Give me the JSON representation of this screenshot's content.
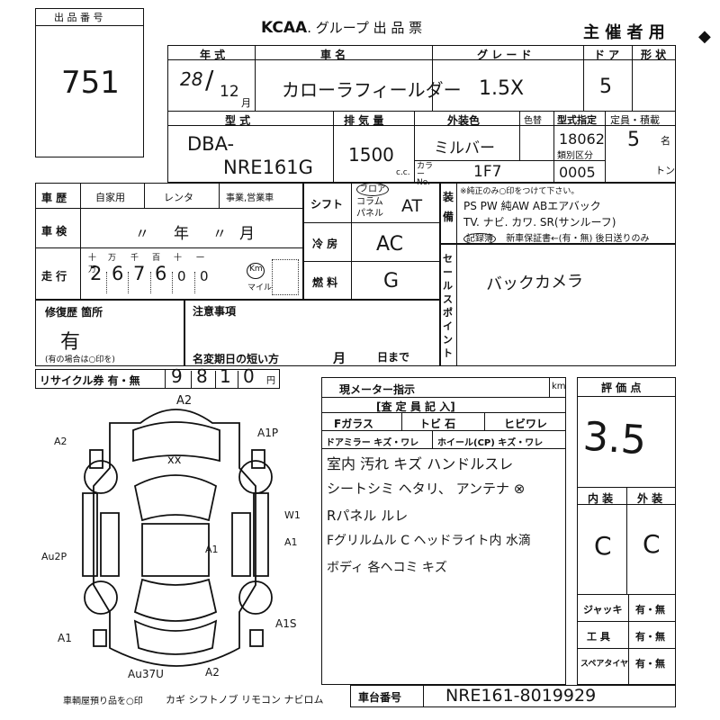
{
  "header": {
    "lot_label": "出 品 番 号",
    "lot_number": "751",
    "brand": "KCAA",
    "title_suffix": ". グループ 出 品 票",
    "usage": "主 催 者 用"
  },
  "vehicle": {
    "year_label": "年 式",
    "year_value": "28",
    "month_value": "12",
    "month_suffix": "月",
    "name_label": "車 名",
    "name_value": "カローラフィールダー",
    "grade_label": "グ レ ー ド",
    "grade_value": "1.5X",
    "doors_label": "ド ア",
    "doors_value": "5",
    "shape_label": "形 状",
    "model_label": "型 式",
    "model_value_1": "DBA-",
    "model_value_2": "NRE161G",
    "displacement_label": "排 気 量",
    "displacement_value": "1500",
    "displacement_unit": "c.c.",
    "color_label": "外装色",
    "color_change_label": "色替",
    "color_value": "ミルバー",
    "color_no_label": "カラー No.",
    "color_no_value": "1F7",
    "type_spec_label": "型式指定",
    "type_spec_value": "18062",
    "class_label": "類別区分",
    "class_value": "0005",
    "capacity_label": "定員・積載",
    "capacity_value": "5",
    "capacity_unit": "名",
    "load_unit": "トン"
  },
  "history": {
    "label": "車 歴",
    "options": [
      "自家用",
      "レンタ",
      "事業,営業車"
    ],
    "inspection_label": "車 検",
    "inspection_year": "年",
    "inspection_month": "月",
    "mileage_label": "走 行",
    "digit_headers": [
      "十万",
      "万",
      "千",
      "百",
      "十",
      "一"
    ],
    "mileage_digits": [
      "2",
      "6",
      "7",
      "6",
      "0",
      "0"
    ],
    "km_label": "Km",
    "mile_label": "マイル"
  },
  "shift": {
    "label": "シフト",
    "options": [
      "フロア",
      "コラム",
      "パネル"
    ],
    "value": "AT",
    "ac_label": "冷 房",
    "ac_value": "AC",
    "fuel_label": "燃 料",
    "fuel_value": "G"
  },
  "equipment": {
    "label": "装 備",
    "note": "※純正のみ○印をつけて下さい。",
    "line1": "PS PW 純AW ABエアバック",
    "line2": "TV. ナビ. カワ. SR(サンルーフ)",
    "line3_a": "記録簿",
    "line3_b": "新車保証書←(有・無) 後日送りのみ"
  },
  "selling_points": {
    "label": "セールスポイント",
    "value": "バックカメラ"
  },
  "repair": {
    "label": "修復歴 箇所",
    "value": "有",
    "note": "(有の場合は○印を)"
  },
  "notes": {
    "label": "注意事項",
    "name_change_label": "名変期日の短い方",
    "month": "月",
    "day": "日まで"
  },
  "recycle": {
    "label": "リサイクル券 有・無",
    "digits": [
      "9",
      "8",
      "1",
      "0"
    ],
    "unit": "円"
  },
  "inspector": {
    "meter_label": "現メーター指示",
    "meter_unit": "km",
    "header": "[査 定 員 記 入]",
    "row1": [
      "Fガラス",
      "トビ 石",
      "ヒビワレ"
    ],
    "row2": [
      "ドアミラー キズ・ワレ",
      "ホイール(CP) キズ・ワレ"
    ],
    "comment_1": "室内 汚れ キズ ハンドルスレ",
    "comment_2": "シートシミ ヘタリ、 アンテナ ⊗",
    "comment_3": "Rパネル ルレ",
    "comment_4": "Fグリルムル C ヘッドライト内 水滴",
    "comment_5": "ボディ 各ヘコミ キズ"
  },
  "rating": {
    "label": "評 価 点",
    "score": "3.5",
    "interior_label": "内 装",
    "exterior_label": "外 装",
    "interior_value": "C",
    "exterior_value": "C"
  },
  "accessories": {
    "jack_label": "ジャッキ",
    "jack_value": "有・無",
    "tools_label": "工 具",
    "tools_value": "有・無",
    "spare_label": "スペアタイヤ",
    "spare_value": "有・無"
  },
  "footer": {
    "items_label": "車輌屋預り品を○印",
    "items": "カギ シフトノブ リモコン ナビロム",
    "chassis_label": "車台番号",
    "chassis_value": "NRE161-8019929"
  },
  "diagram_marks": [
    "A2",
    "A1P",
    "A2",
    "xx",
    "W1",
    "Au2P",
    "A1",
    "A1",
    "A1",
    "A1S",
    "Au37U",
    "A2"
  ]
}
